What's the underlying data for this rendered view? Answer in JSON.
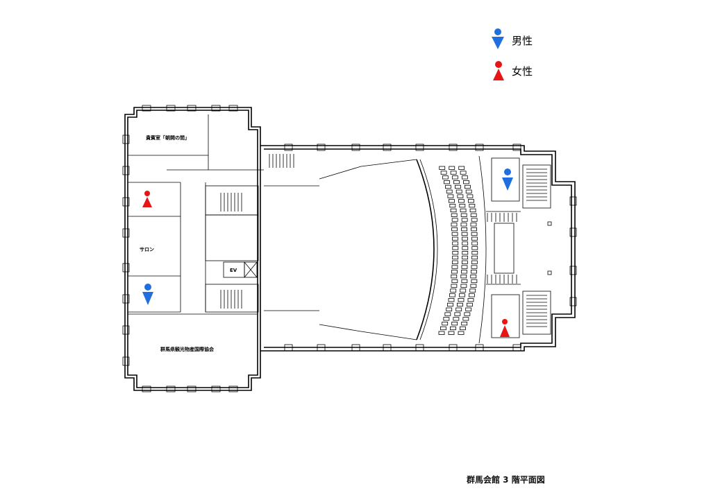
{
  "legend": [
    {
      "label": "男性",
      "icon": "male-restroom-icon",
      "color": "#1f6fe0"
    },
    {
      "label": "女性",
      "icon": "female-restroom-icon",
      "color": "#e81515"
    }
  ],
  "rooms": {
    "vip_room": "貴賓室「朝開の間」",
    "salon": "サロン",
    "tourism_association": "群馬県観光物産国際協会",
    "elevator": "EV"
  },
  "title": "群馬会館 3 階平面図",
  "colors": {
    "male": "#1f6fe0",
    "female": "#e81515"
  }
}
